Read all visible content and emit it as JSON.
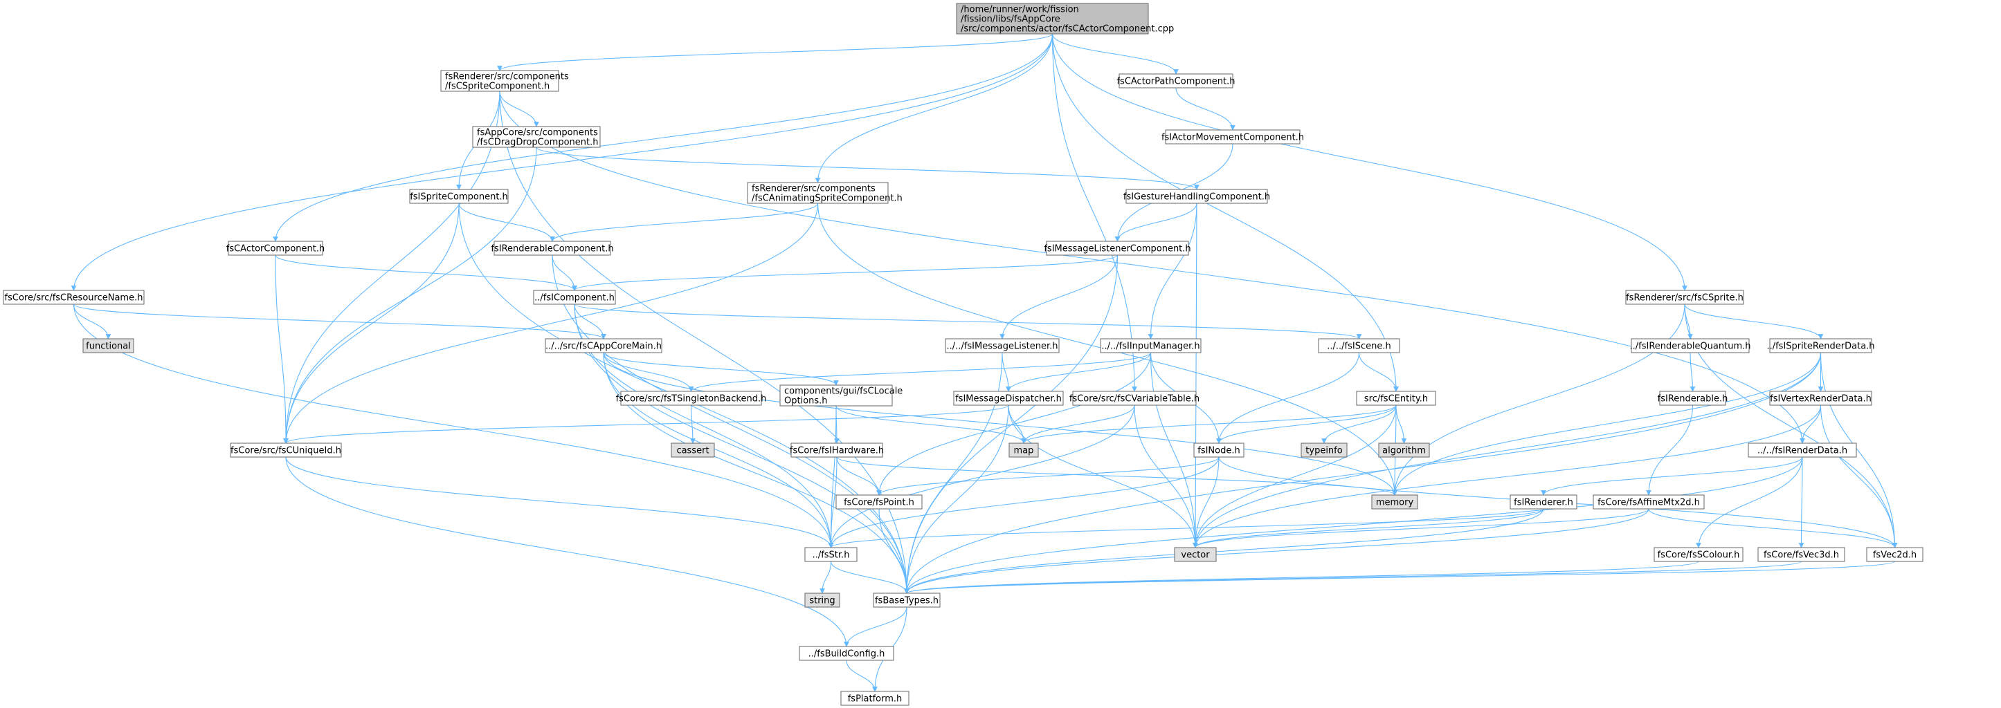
{
  "colors": {
    "node_fill": "#ffffff",
    "external_fill": "#e0e0e0",
    "root_fill": "#bfbfbf",
    "node_border": "#666666",
    "edge": "#63b8ff"
  },
  "nodes": {
    "root": {
      "lines": [
        "/home/runner/work/fission",
        "/fission/libs/fsAppCore",
        "/src/components/actor/fsCActorComponent.cpp"
      ],
      "kind": "root"
    },
    "fsCSpriteComponent": {
      "lines": [
        "fsRenderer/src/components",
        "/fsCSpriteComponent.h"
      ]
    },
    "fsCActorPathComponent": {
      "lines": [
        "fsCActorPathComponent.h"
      ]
    },
    "fsCDragDropComponent": {
      "lines": [
        "fsAppCore/src/components",
        "/fsCDragDropComponent.h"
      ]
    },
    "fsIActorMovementComponent": {
      "lines": [
        "fsIActorMovementComponent.h"
      ]
    },
    "fsISpriteComponent": {
      "lines": [
        "fsISpriteComponent.h"
      ]
    },
    "fsCAnimatingSpriteComponent": {
      "lines": [
        "fsRenderer/src/components",
        "/fsCAnimatingSpriteComponent.h"
      ]
    },
    "fsIGestureHandlingComponent": {
      "lines": [
        "fsIGestureHandlingComponent.h"
      ]
    },
    "fsCActorComponent": {
      "lines": [
        "fsCActorComponent.h"
      ]
    },
    "fsIRenderableComponent": {
      "lines": [
        "fsIRenderableComponent.h"
      ]
    },
    "fsIMessageListenerComponent": {
      "lines": [
        "fsIMessageListenerComponent.h"
      ]
    },
    "fsCResourceName": {
      "lines": [
        "fsCore/src/fsCResourceName.h"
      ]
    },
    "fsIComponent": {
      "lines": [
        "../fsIComponent.h"
      ]
    },
    "fsCSprite": {
      "lines": [
        "fsRenderer/src/fsCSprite.h"
      ]
    },
    "functional": {
      "lines": [
        "functional"
      ],
      "kind": "external"
    },
    "fsCAppCoreMain": {
      "lines": [
        "../../src/fsCAppCoreMain.h"
      ]
    },
    "fsIMessageListener": {
      "lines": [
        "../../fsIMessageListener.h"
      ]
    },
    "fsIInputManager": {
      "lines": [
        "../../fsIInputManager.h"
      ]
    },
    "fsIScene": {
      "lines": [
        "../../fsIScene.h"
      ]
    },
    "fsIRenderableQuantum": {
      "lines": [
        "../fsIRenderableQuantum.h"
      ]
    },
    "fsISpriteRenderData": {
      "lines": [
        "../fsISpriteRenderData.h"
      ]
    },
    "fsTSingletonBackend": {
      "lines": [
        "fsCore/src/fsTSingletonBackend.h"
      ]
    },
    "fsCLocaleOptions": {
      "lines": [
        "components/gui/fsCLocale",
        "Options.h"
      ]
    },
    "fsIMessageDispatcher": {
      "lines": [
        "fsIMessageDispatcher.h"
      ]
    },
    "fsCVariableTable": {
      "lines": [
        "fsCore/src/fsCVariableTable.h"
      ]
    },
    "fsCEntity": {
      "lines": [
        "src/fsCEntity.h"
      ]
    },
    "fsIRenderable": {
      "lines": [
        "fsIRenderable.h"
      ]
    },
    "fsIVertexRenderData": {
      "lines": [
        "fsIVertexRenderData.h"
      ]
    },
    "cassert": {
      "lines": [
        "cassert"
      ],
      "kind": "external"
    },
    "fsCUniqueId": {
      "lines": [
        "fsCore/src/fsCUniqueId.h"
      ]
    },
    "fsIHardware": {
      "lines": [
        "fsCore/fsIHardware.h"
      ]
    },
    "map": {
      "lines": [
        "map"
      ],
      "kind": "external"
    },
    "typeinfo": {
      "lines": [
        "typeinfo"
      ],
      "kind": "external"
    },
    "algorithm": {
      "lines": [
        "algorithm"
      ],
      "kind": "external"
    },
    "fsINode": {
      "lines": [
        "fsINode.h"
      ]
    },
    "fsIRenderData": {
      "lines": [
        "../../fsIRenderData.h"
      ]
    },
    "memory": {
      "lines": [
        "memory"
      ],
      "kind": "external"
    },
    "fsPoint": {
      "lines": [
        "fsCore/fsPoint.h"
      ]
    },
    "fsIRenderer": {
      "lines": [
        "fsIRenderer.h"
      ]
    },
    "fsAffineMtx2d": {
      "lines": [
        "fsCore/fsAffineMtx2d.h"
      ]
    },
    "fsStr": {
      "lines": [
        "../fsStr.h"
      ]
    },
    "vector": {
      "lines": [
        "vector"
      ],
      "kind": "external"
    },
    "fsSColour": {
      "lines": [
        "fsCore/fsSColour.h"
      ]
    },
    "fsVec3d": {
      "lines": [
        "fsCore/fsVec3d.h"
      ]
    },
    "fsVec2d": {
      "lines": [
        "fsVec2d.h"
      ]
    },
    "string": {
      "lines": [
        "string"
      ],
      "kind": "external"
    },
    "fsBaseTypes": {
      "lines": [
        "fsBaseTypes.h"
      ]
    },
    "fsBuildConfig": {
      "lines": [
        "../fsBuildConfig.h"
      ]
    },
    "fsPlatform": {
      "lines": [
        "fsPlatform.h"
      ]
    }
  },
  "edges": [
    [
      "root",
      "fsCSpriteComponent"
    ],
    [
      "root",
      "fsCActorPathComponent"
    ],
    [
      "root",
      "fsCAnimatingSpriteComponent"
    ],
    [
      "root",
      "fsCActorComponent"
    ],
    [
      "root",
      "fsCResourceName"
    ],
    [
      "root",
      "fsCSprite"
    ],
    [
      "root",
      "fsCEntity"
    ],
    [
      "root",
      "fsCVariableTable"
    ],
    [
      "fsCSpriteComponent",
      "fsCDragDropComponent"
    ],
    [
      "fsCSpriteComponent",
      "fsISpriteComponent"
    ],
    [
      "fsCSpriteComponent",
      "fsCUniqueId"
    ],
    [
      "fsCSpriteComponent",
      "fsBaseTypes"
    ],
    [
      "fsCSpriteComponent",
      "fsIRenderData"
    ],
    [
      "fsCActorPathComponent",
      "fsIActorMovementComponent"
    ],
    [
      "fsIActorMovementComponent",
      "fsIMessageListenerComponent"
    ],
    [
      "fsCDragDropComponent",
      "fsIGestureHandlingComponent"
    ],
    [
      "fsCDragDropComponent",
      "fsCUniqueId"
    ],
    [
      "fsISpriteComponent",
      "fsIRenderableComponent"
    ],
    [
      "fsISpriteComponent",
      "fsCUniqueId"
    ],
    [
      "fsISpriteComponent",
      "fsBaseTypes"
    ],
    [
      "fsCAnimatingSpriteComponent",
      "fsIRenderableComponent"
    ],
    [
      "fsCAnimatingSpriteComponent",
      "fsCUniqueId"
    ],
    [
      "fsCAnimatingSpriteComponent",
      "memory"
    ],
    [
      "fsIGestureHandlingComponent",
      "fsIMessageListenerComponent"
    ],
    [
      "fsIGestureHandlingComponent",
      "fsIInputManager"
    ],
    [
      "fsIGestureHandlingComponent",
      "vector"
    ],
    [
      "fsCActorComponent",
      "fsIComponent"
    ],
    [
      "fsCActorComponent",
      "fsCUniqueId"
    ],
    [
      "fsIRenderableComponent",
      "fsIComponent"
    ],
    [
      "fsIRenderableComponent",
      "fsBaseTypes"
    ],
    [
      "fsIMessageListenerComponent",
      "fsIComponent"
    ],
    [
      "fsIMessageListenerComponent",
      "fsIMessageListener"
    ],
    [
      "fsIMessageListenerComponent",
      "fsBaseTypes"
    ],
    [
      "fsCResourceName",
      "functional"
    ],
    [
      "fsCResourceName",
      "fsCAppCoreMain"
    ],
    [
      "fsCResourceName",
      "fsStr"
    ],
    [
      "fsIComponent",
      "fsCAppCoreMain"
    ],
    [
      "fsIComponent",
      "fsIScene"
    ],
    [
      "fsIComponent",
      "fsStr"
    ],
    [
      "fsIComponent",
      "fsBaseTypes"
    ],
    [
      "fsCSprite",
      "fsIRenderableQuantum"
    ],
    [
      "fsCSprite",
      "fsISpriteRenderData"
    ],
    [
      "fsCSprite",
      "memory"
    ],
    [
      "fsCSprite",
      "fsVec2d"
    ],
    [
      "fsCAppCoreMain",
      "fsTSingletonBackend"
    ],
    [
      "fsCAppCoreMain",
      "fsCLocaleOptions"
    ],
    [
      "fsCAppCoreMain",
      "memory"
    ],
    [
      "fsCAppCoreMain",
      "fsStr"
    ],
    [
      "fsCAppCoreMain",
      "fsBaseTypes"
    ],
    [
      "fsIMessageListener",
      "fsIMessageDispatcher"
    ],
    [
      "fsIMessageListener",
      "fsBaseTypes"
    ],
    [
      "fsIInputManager",
      "fsIMessageDispatcher"
    ],
    [
      "fsIInputManager",
      "fsINode"
    ],
    [
      "fsIInputManager",
      "fsPoint"
    ],
    [
      "fsIInputManager",
      "vector"
    ],
    [
      "fsIInputManager",
      "fsTSingletonBackend"
    ],
    [
      "fsIScene",
      "fsCEntity"
    ],
    [
      "fsIScene",
      "fsINode"
    ],
    [
      "fsIRenderableQuantum",
      "fsIRenderable"
    ],
    [
      "fsIRenderable",
      "fsAffineMtx2d"
    ],
    [
      "fsISpriteRenderData",
      "fsIVertexRenderData"
    ],
    [
      "fsISpriteRenderData",
      "fsVec2d"
    ],
    [
      "fsISpriteRenderData",
      "memory"
    ],
    [
      "fsISpriteRenderData",
      "vector"
    ],
    [
      "fsISpriteRenderData",
      "fsBaseTypes"
    ],
    [
      "fsTSingletonBackend",
      "cassert"
    ],
    [
      "fsCLocaleOptions",
      "fsIHardware"
    ],
    [
      "fsCLocaleOptions",
      "map"
    ],
    [
      "fsCLocaleOptions",
      "fsStr"
    ],
    [
      "fsIMessageDispatcher",
      "map"
    ],
    [
      "fsIMessageDispatcher",
      "vector"
    ],
    [
      "fsIMessageDispatcher",
      "fsBaseTypes"
    ],
    [
      "fsIMessageDispatcher",
      "fsCUniqueId"
    ],
    [
      "fsCVariableTable",
      "map"
    ],
    [
      "fsCVariableTable",
      "vector"
    ],
    [
      "fsCVariableTable",
      "fsStr"
    ],
    [
      "fsCEntity",
      "map"
    ],
    [
      "fsCEntity",
      "typeinfo"
    ],
    [
      "fsCEntity",
      "algorithm"
    ],
    [
      "fsCEntity",
      "memory"
    ],
    [
      "fsCEntity",
      "vector"
    ],
    [
      "fsCEntity",
      "fsINode"
    ],
    [
      "fsIVertexRenderData",
      "fsIRenderData"
    ],
    [
      "fsIVertexRenderData",
      "fsVec2d"
    ],
    [
      "fsIVertexRenderData",
      "vector"
    ],
    [
      "fsCUniqueId",
      "fsStr"
    ],
    [
      "fsCUniqueId",
      "fsBuildConfig"
    ],
    [
      "fsIHardware",
      "fsPoint"
    ],
    [
      "fsIHardware",
      "fsStr"
    ],
    [
      "fsIHardware",
      "memory"
    ],
    [
      "fsINode",
      "fsPoint"
    ],
    [
      "fsINode",
      "vector"
    ],
    [
      "fsINode",
      "fsVec2d"
    ],
    [
      "fsINode",
      "fsStr"
    ],
    [
      "fsIRenderData",
      "fsIRenderer"
    ],
    [
      "fsIRenderData",
      "fsSColour"
    ],
    [
      "fsIRenderData",
      "fsVec3d"
    ],
    [
      "fsIRenderData",
      "fsBaseTypes"
    ],
    [
      "fsPoint",
      "fsBaseTypes"
    ],
    [
      "fsIRenderer",
      "fsStr"
    ],
    [
      "fsIRenderer",
      "vector"
    ],
    [
      "fsIRenderer",
      "fsBaseTypes"
    ],
    [
      "fsAffineMtx2d",
      "fsVec2d"
    ],
    [
      "fsAffineMtx2d",
      "vector"
    ],
    [
      "fsAffineMtx2d",
      "fsBaseTypes"
    ],
    [
      "fsStr",
      "string"
    ],
    [
      "fsStr",
      "fsBaseTypes"
    ],
    [
      "fsSColour",
      "fsBaseTypes"
    ],
    [
      "fsVec3d",
      "fsBaseTypes"
    ],
    [
      "fsVec2d",
      "fsBaseTypes"
    ],
    [
      "fsBaseTypes",
      "fsBuildConfig"
    ],
    [
      "fsBaseTypes",
      "fsPlatform"
    ],
    [
      "fsBuildConfig",
      "fsPlatform"
    ]
  ]
}
